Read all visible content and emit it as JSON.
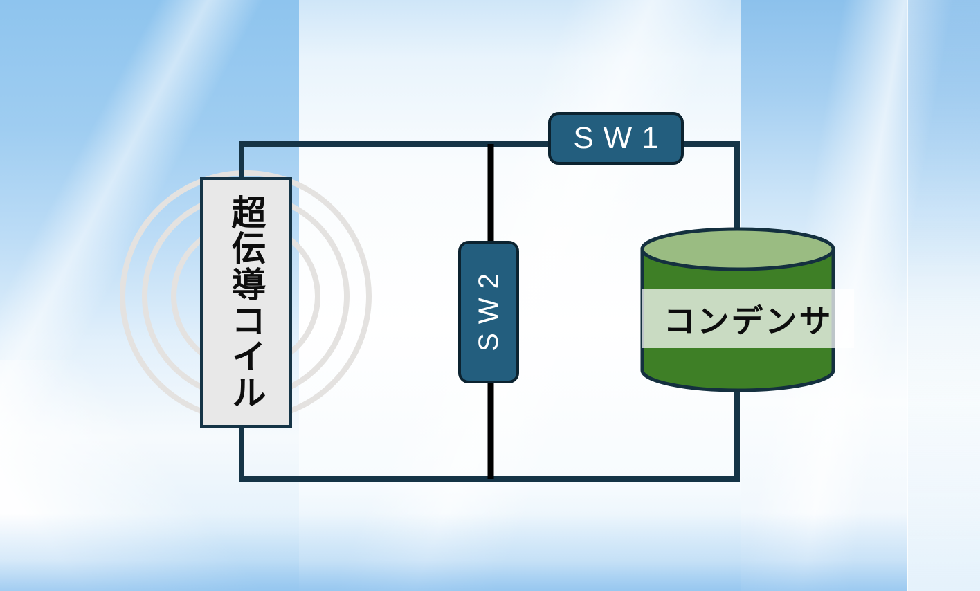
{
  "diagram": {
    "type": "circuit-diagram",
    "components": {
      "coil": {
        "label": "超伝導コイル",
        "shape": "labeled-box-with-coil-rings"
      },
      "sw1": {
        "label": "SW1",
        "shape": "switch-box"
      },
      "sw2": {
        "label": "SW2",
        "shape": "switch-box-vertical"
      },
      "capacitor": {
        "label": "コンデンサ",
        "shape": "green-cylinder"
      }
    },
    "icons": {
      "coil_rings": "concentric-circles-icon"
    },
    "colors": {
      "wire": "#153446",
      "middle_wire": "#000000",
      "switch_fill": "#235e7e",
      "switch_border": "#0c2330",
      "switch_text": "#ffffff",
      "coil_label_fill": "#e8e8e8",
      "coil_ring": "#e4e2e0",
      "capacitor_body": "#3e7f26",
      "capacitor_top": "#9abc82",
      "capacitor_outline": "#14303f",
      "label_band": "rgba(255,255,255,0.72)",
      "sky_blue": "#8ec4ee"
    }
  }
}
